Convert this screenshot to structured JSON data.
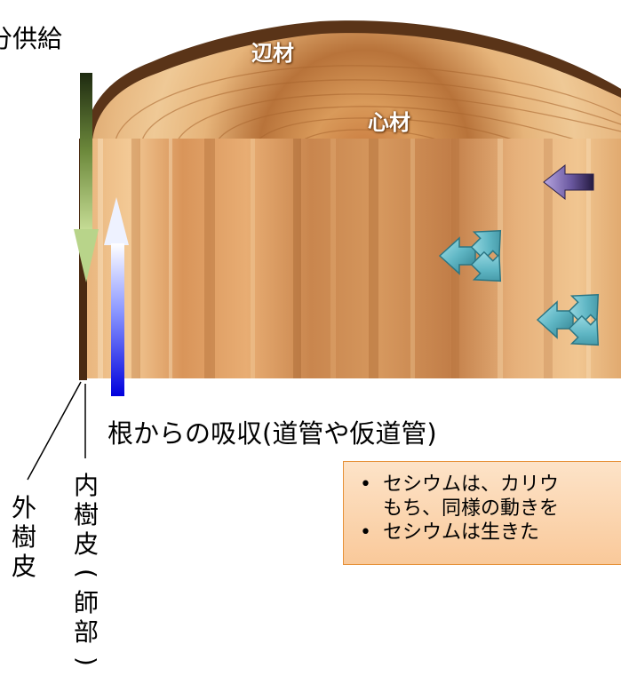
{
  "labels": {
    "top": "分供給",
    "sapwood": "辺材",
    "heartwood": "心材",
    "root_absorption": "根からの吸収(道管や仮道管)",
    "outer_bark": [
      "外",
      "樹",
      "皮"
    ],
    "inner_bark": [
      "内",
      "樹",
      "皮",
      "(",
      "師",
      "部",
      ")"
    ]
  },
  "notes": [
    "セシウムは、カリウ",
    "もち、同様の動きを",
    "セシウムは生きた"
  ],
  "colors": {
    "bark": "#5a3418",
    "sapwood": "#e8b57a",
    "heartwood": "#d8995a",
    "down_arrow_top": "#1e2a10",
    "down_arrow_bottom": "#b8d48a",
    "up_arrow_top": "#e6ecff",
    "up_arrow_bottom": "#1010e0",
    "teal_arrow": "#5fb6c4",
    "purple_arrow": "#5a4a8a",
    "note_border": "#e69138"
  }
}
